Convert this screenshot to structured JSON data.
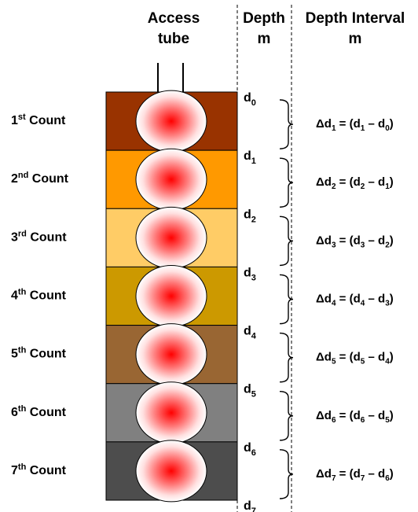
{
  "headers": {
    "access_tube": [
      "Access",
      "tube"
    ],
    "depth": [
      "Depth",
      "m"
    ],
    "interval": [
      "Depth Interval",
      "m"
    ]
  },
  "layers": [
    {
      "ordinal": "1",
      "sup": "st",
      "word": "Count",
      "color": "#993300"
    },
    {
      "ordinal": "2",
      "sup": "nd",
      "word": "Count",
      "color": "#ff9900"
    },
    {
      "ordinal": "3",
      "sup": "rd",
      "word": "Count",
      "color": "#ffcc66"
    },
    {
      "ordinal": "4",
      "sup": "th",
      "word": "Count",
      "color": "#cc9900"
    },
    {
      "ordinal": "5",
      "sup": "th",
      "word": "Count",
      "color": "#996633"
    },
    {
      "ordinal": "6",
      "sup": "th",
      "word": "Count",
      "color": "#808080"
    },
    {
      "ordinal": "7",
      "sup": "th",
      "word": "Count",
      "color": "#4d4d4d"
    }
  ],
  "depth_labels": [
    "0",
    "1",
    "2",
    "3",
    "4",
    "5",
    "6",
    "7"
  ],
  "depth_symbol": "d",
  "interval_symbol": "Δd"
}
